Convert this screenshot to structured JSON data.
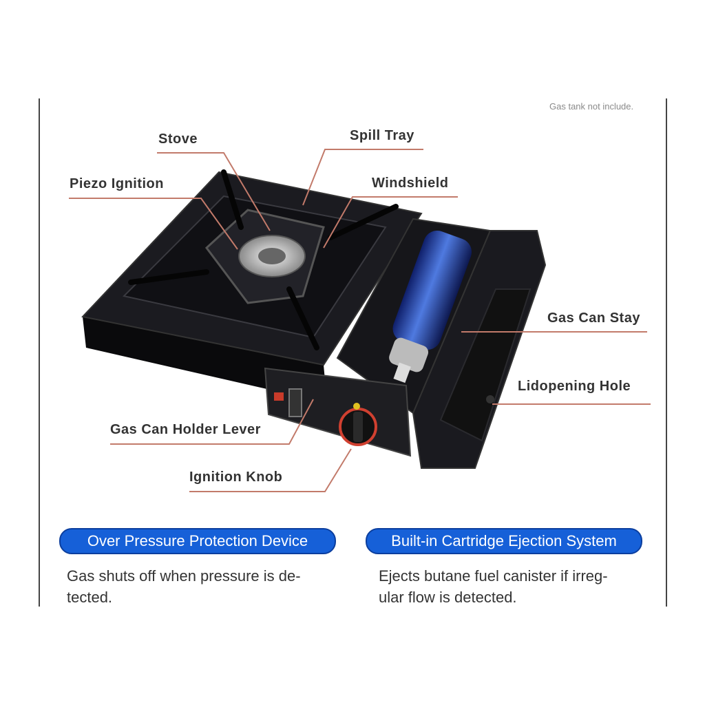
{
  "note": "Gas tank not include.",
  "labels": {
    "stove": "Stove",
    "spill_tray": "Spill Tray",
    "piezo_ignition": "Piezo Ignition",
    "windshield": "Windshield",
    "gas_can_stay": "Gas Can Stay",
    "lidopening_hole": "Lidopening Hole",
    "gas_can_holder_lever": "Gas Can Holder Lever",
    "ignition_knob": "Ignition Knob"
  },
  "features": [
    {
      "title": "Over Pressure Protection Device",
      "line1": "Gas shuts off when pressure is de-",
      "line2": "tected."
    },
    {
      "title": "Built-in Cartridge Ejection System",
      "line1": "Ejects butane fuel canister if irreg-",
      "line2": "ular flow is detected."
    }
  ],
  "colors": {
    "leader": "#c27a6a",
    "pill": "#1660d8",
    "stove": "#141418",
    "canister": "#2b4fb8"
  }
}
